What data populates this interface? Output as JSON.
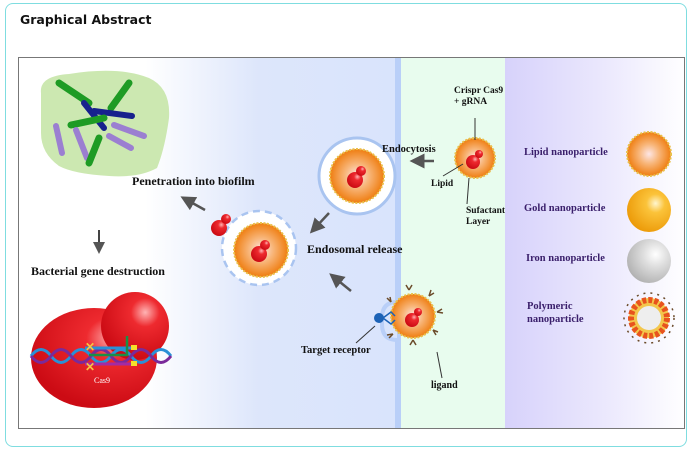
{
  "card": {
    "title": "Graphical Abstract"
  },
  "figure": {
    "left_panel": {
      "step1": "Penetration into biofilm",
      "step2": "Bacterial gene destruction",
      "protein_label": "Cas9"
    },
    "middle_panel": {
      "endocytosis": "Endocytosis",
      "endosomal_release": "Endosomal release",
      "target_receptor": "Target receptor",
      "ligand": "ligand",
      "payload": "Crispr Cas9\n+ gRNA",
      "payload_line1": "Crispr Cas9",
      "payload_line2": "+ gRNA",
      "lipid": "Lipid",
      "surfactant_line1": "Sufactant",
      "surfactant_line2": "Layer"
    },
    "legend": {
      "items": [
        {
          "label": "Lipid nanoparticle",
          "icon": "lipid-nanoparticle-icon"
        },
        {
          "label": "Gold nanoparticle",
          "icon": "gold-nanoparticle-icon"
        },
        {
          "label": "Iron nanoparticle",
          "icon": "iron-nanoparticle-icon"
        },
        {
          "label_line1": "Polymeric",
          "label_line2": "nanoparticle",
          "icon": "polymeric-nanoparticle-icon"
        }
      ]
    },
    "colors": {
      "card_border": "#7fdde0",
      "nanoparticle_orange": "#f08a1c",
      "cas9_red": "#e8161f",
      "membrane_blue": "#b9cff8",
      "legend_text": "#3a1f6b"
    }
  }
}
